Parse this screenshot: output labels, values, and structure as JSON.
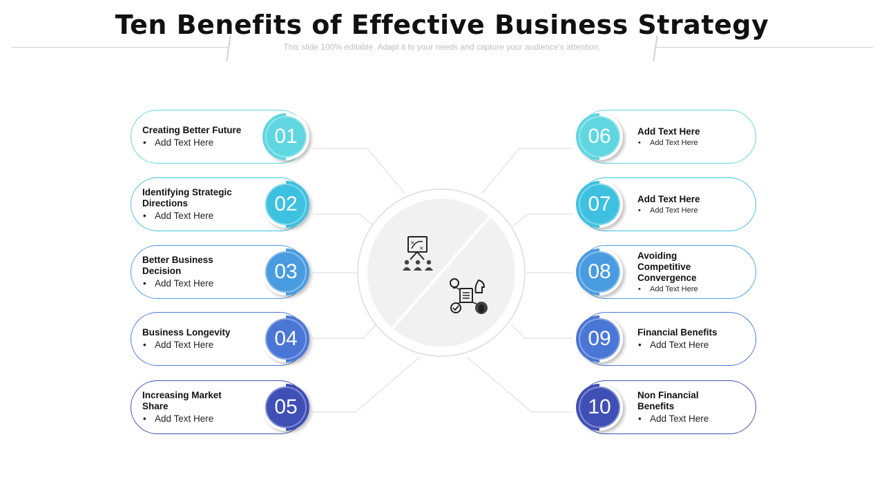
{
  "header": {
    "title": "Ten Benefits of Effective Business Strategy",
    "subtitle": "This slide 100% editable. Adapt it to your needs and capture your audience's attention."
  },
  "center": {
    "icon_top": "strategy-presentation-icon",
    "icon_bottom": "business-planning-icon"
  },
  "items": [
    {
      "num": "01",
      "heading": "Creating Better Future",
      "bullet": "Add Text Here",
      "color": "#5fd6e0",
      "side": "left"
    },
    {
      "num": "02",
      "heading": "Identifying  Strategic Directions",
      "bullet": "Add Text Here",
      "color": "#3ec1e0",
      "side": "left"
    },
    {
      "num": "03",
      "heading": "Better Business Decision",
      "bullet": "Add Text Here",
      "color": "#4a9ce0",
      "side": "left"
    },
    {
      "num": "04",
      "heading": "Business Longevity",
      "bullet": "Add Text Here",
      "color": "#4a76d6",
      "side": "left"
    },
    {
      "num": "05",
      "heading": "Increasing Market Share",
      "bullet": "Add Text Here",
      "color": "#3f4fb5",
      "side": "left"
    },
    {
      "num": "06",
      "heading": "Add Text Here",
      "bullet": "Add Text Here",
      "color": "#5fd6e0",
      "side": "right"
    },
    {
      "num": "07",
      "heading": "Add Text Here",
      "bullet": "Add Text Here",
      "color": "#3ec1e0",
      "side": "right"
    },
    {
      "num": "08",
      "heading": "Avoiding Competitive Convergence",
      "bullet": "Add Text Here",
      "color": "#4a9ce0",
      "side": "right"
    },
    {
      "num": "09",
      "heading": "Financial Benefits",
      "bullet": "Add Text Here",
      "color": "#4a76d6",
      "side": "right"
    },
    {
      "num": "10",
      "heading": "Non Financial Benefits",
      "bullet": "Add Text Here",
      "color": "#3f4fb5",
      "side": "right"
    }
  ]
}
